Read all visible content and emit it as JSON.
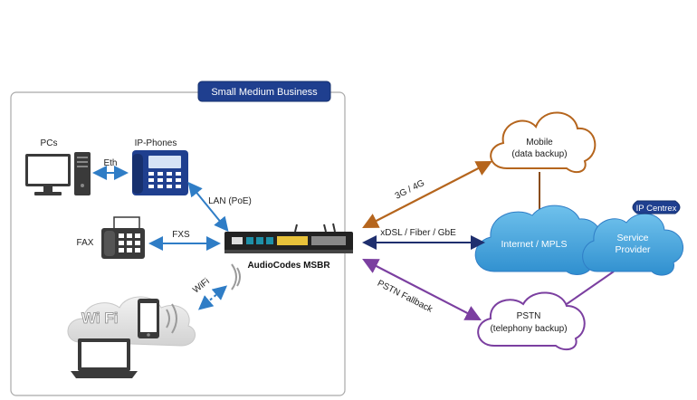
{
  "container": {
    "title": "Small Medium Business"
  },
  "devices": {
    "pcs": "PCs",
    "ip_phones": "IP-Phones",
    "fax": "FAX",
    "msbr": "AudioCodes MSBR",
    "wifi_logo": "Wi Fi"
  },
  "links": {
    "eth": "Eth",
    "lan_poe": "LAN (PoE)",
    "fxs": "FXS",
    "wifi": "WiFi",
    "mobile": "3G / 4G",
    "wired": "xDSL / Fiber  / GbE",
    "pstn_fallback": "PSTN Fallback"
  },
  "clouds": {
    "mobile": {
      "line1": "Mobile",
      "line2": "(data backup)"
    },
    "internet": "Internet / MPLS",
    "service": {
      "line1": "Service",
      "line2": "Provider"
    },
    "ip_centrex": "IP Centrex",
    "pstn": {
      "line1": "PSTN",
      "line2": "(telephony backup)"
    }
  },
  "colors": {
    "lan_arrow": "#2f7dc6",
    "wired_arrow": "#1f2f6e",
    "mobile_arrow": "#b5651d",
    "pstn_arrow": "#7b3fa0",
    "cloud_blue": "#4ba6dc",
    "banner": "#1f3f8f"
  }
}
